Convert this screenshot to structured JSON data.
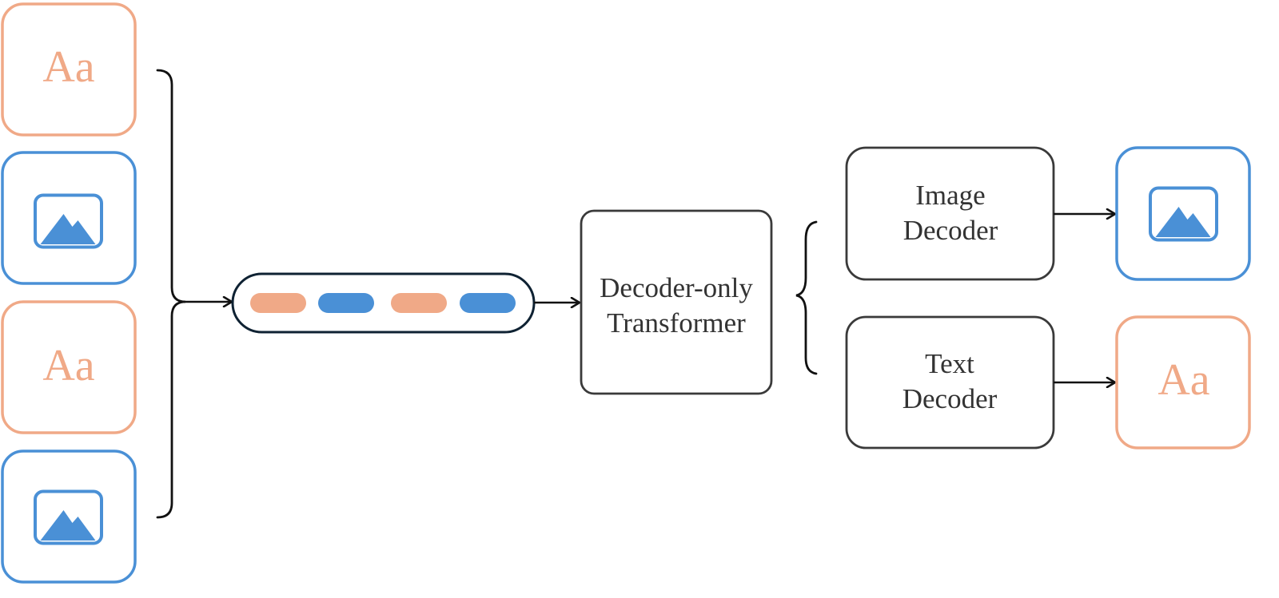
{
  "colors": {
    "text_modality": "#F0A987",
    "image_modality": "#4A90D6",
    "box_stroke": "#3a3a3a",
    "sequence_stroke": "#0f2233",
    "connector": "#111111",
    "label_text": "#333333"
  },
  "inputs": [
    {
      "type": "text",
      "glyph": "Aa"
    },
    {
      "type": "image",
      "icon": "image-icon"
    },
    {
      "type": "text",
      "glyph": "Aa"
    },
    {
      "type": "image",
      "icon": "image-icon"
    }
  ],
  "token_sequence": {
    "tokens": [
      "text",
      "image",
      "text",
      "image"
    ]
  },
  "transformer": {
    "line1": "Decoder-only",
    "line2": "Transformer"
  },
  "decoders": [
    {
      "line1": "Image",
      "line2": "Decoder",
      "output": {
        "type": "image",
        "icon": "image-icon"
      }
    },
    {
      "line1": "Text",
      "line2": "Decoder",
      "output": {
        "type": "text",
        "glyph": "Aa"
      }
    }
  ]
}
